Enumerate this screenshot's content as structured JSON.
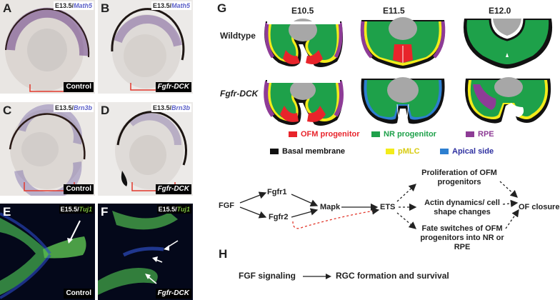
{
  "panels": {
    "A": {
      "label": "A",
      "stage": "E13.5/",
      "gene": "Math5",
      "condition": "Control"
    },
    "B": {
      "label": "B",
      "stage": "E13.5/",
      "gene": "Math5",
      "condition": "Fgfr-DCK"
    },
    "C": {
      "label": "C",
      "stage": "E13.5/",
      "gene": "Brn3b",
      "condition": "Control"
    },
    "D": {
      "label": "D",
      "stage": "E13.5/",
      "gene": "Brn3b",
      "condition": "Fgfr-DCK"
    },
    "E": {
      "label": "E",
      "stage": "E15.5/",
      "gene": "Tuj1",
      "condition": "Control"
    },
    "F": {
      "label": "F",
      "stage": "E15.5/",
      "gene": "Tuj1",
      "condition": "Fgfr-DCK"
    }
  },
  "G": {
    "label": "G",
    "stages": [
      "E10.5",
      "E11.5",
      "E12.0"
    ],
    "rows": [
      "Wildtype",
      "Fgfr-DCK"
    ],
    "legend": [
      {
        "label": "OFM progenitor",
        "color": "#e8242b"
      },
      {
        "label": "NR progenitor",
        "color": "#1ea14a"
      },
      {
        "label": "RPE",
        "color": "#8e3c96"
      },
      {
        "label": "Basal membrane",
        "color": "#111111"
      },
      {
        "label": "pMLC",
        "color": "#f3ec1a"
      },
      {
        "label": "Apical side",
        "color": "#2d7fd0"
      }
    ],
    "pathway": {
      "input": "FGF",
      "receptors": [
        "Fgfr1",
        "Fgfr2"
      ],
      "kinase": "Mapk",
      "tf": "ETS",
      "outcomes": [
        "Proliferation of OFM progenitors",
        "Actin dynamics/ cell shape changes",
        "Fate switches of OFM progenitors into NR or RPE"
      ],
      "result": "OF closure"
    }
  },
  "H": {
    "label": "H",
    "from": "FGF signaling",
    "to": "RGC formation and survival"
  }
}
